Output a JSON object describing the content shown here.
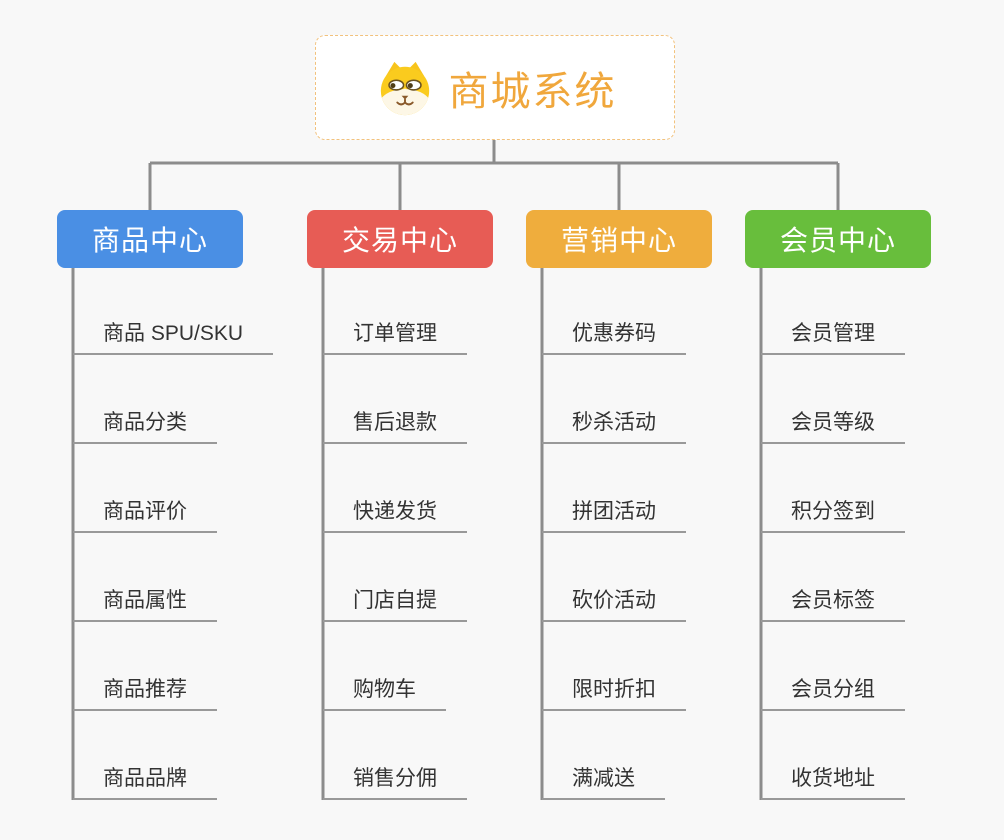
{
  "root": {
    "title": "商城系统",
    "icon": "shiba-dog-icon"
  },
  "branches": [
    {
      "id": "product-center",
      "label": "商品中心",
      "color": "#4A8FE4",
      "items": [
        "商品 SPU/SKU",
        "商品分类",
        "商品评价",
        "商品属性",
        "商品推荐",
        "商品品牌"
      ]
    },
    {
      "id": "trade-center",
      "label": "交易中心",
      "color": "#E75C55",
      "items": [
        "订单管理",
        "售后退款",
        "快递发货",
        "门店自提",
        "购物车",
        "销售分佣"
      ]
    },
    {
      "id": "marketing-center",
      "label": "营销中心",
      "color": "#EFAD3D",
      "items": [
        "优惠券码",
        "秒杀活动",
        "拼团活动",
        "砍价活动",
        "限时折扣",
        "满减送"
      ]
    },
    {
      "id": "member-center",
      "label": "会员中心",
      "color": "#68BE3C",
      "items": [
        "会员管理",
        "会员等级",
        "积分签到",
        "会员标签",
        "会员分组",
        "收货地址"
      ]
    }
  ],
  "colors": {
    "background": "#F8F8F8",
    "connector": "#8C8C8C",
    "underline": "#999999",
    "item_text": "#333333",
    "root_title": "#F0A73C",
    "root_border": "#F2C27D",
    "root_background": "#FFFFFF",
    "branch_text": "#FFFFFF"
  }
}
